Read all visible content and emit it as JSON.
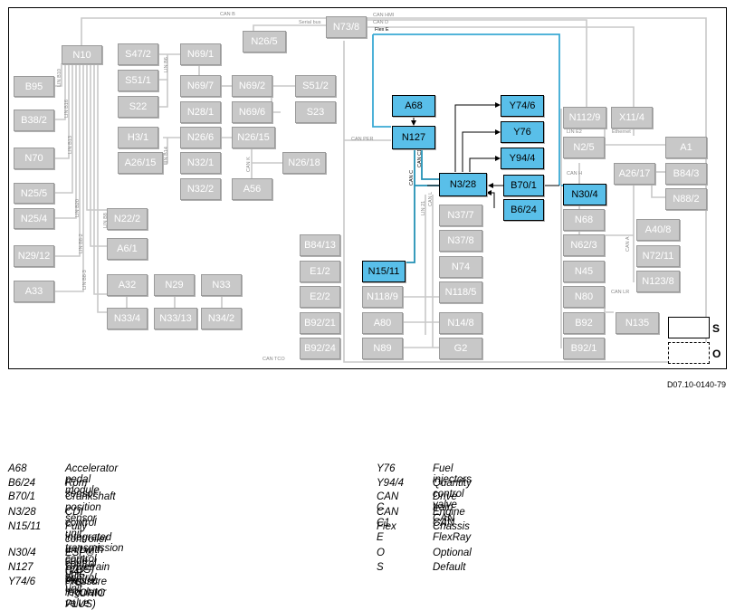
{
  "diagram": {
    "doc_id": "D07.10-0140-79",
    "components": {
      "N10": "N10",
      "B95": "B95",
      "B38_2": "B38/2",
      "N70": "N70",
      "N25_5": "N25/5",
      "N25_4": "N25/4",
      "N29_12": "N29/12",
      "A33": "A33",
      "S47_2": "S47/2",
      "S51_1": "S51/1",
      "S22": "S22",
      "N69_1": "N69/1",
      "N69_7": "N69/7",
      "N28_1": "N28/1",
      "N69_2": "N69/2",
      "N69_6": "N69/6",
      "S51_2": "S51/2",
      "S23": "S23",
      "N26_5": "N26/5",
      "N73_8": "N73/8",
      "H3_1": "H3/1",
      "A26_15": "A26/15",
      "N26_6": "N26/6",
      "N32_1": "N32/1",
      "N32_2": "N32/2",
      "N26_15": "N26/15",
      "N26_18": "N26/18",
      "A56": "A56",
      "N22_2": "N22/2",
      "A6_1": "A6/1",
      "A32": "A32",
      "N29": "N29",
      "N33": "N33",
      "N33_4": "N33/4",
      "N33_13": "N33/13",
      "N34_2": "N34/2",
      "B84_13": "B84/13",
      "E1_2": "E1/2",
      "E2_2": "E2/2",
      "B92_21": "B92/21",
      "B92_24": "B92/24",
      "N118_9": "N118/9",
      "A80": "A80",
      "N89": "N89",
      "N37_7": "N37/7",
      "N37_8": "N37/8",
      "N74": "N74",
      "N118_5": "N118/5",
      "N14_8": "N14/8",
      "G2": "G2",
      "N112_9": "N112/9",
      "X11_4": "X11/4",
      "N2_5": "N2/5",
      "A1": "A1",
      "A26_17": "A26/17",
      "B84_3": "B84/3",
      "N88_2": "N88/2",
      "N68": "N68",
      "N62_3": "N62/3",
      "N45": "N45",
      "N80": "N80",
      "B92": "B92",
      "B92_1": "B92/1",
      "A40_8": "A40/8",
      "N72_11": "N72/11",
      "N123_8": "N123/8",
      "N135": "N135",
      "A68": "A68",
      "N127": "N127",
      "N3_28": "N3/28",
      "Y74_6": "Y74/6",
      "Y76": "Y76",
      "Y94_4": "Y94/4",
      "B70_1": "B70/1",
      "B6_24": "B6/24",
      "N30_4": "N30/4",
      "N15_11": "N15/11"
    },
    "wire_labels": {
      "can_b": "CAN B",
      "serial_bus": "Serial bus",
      "can_hmi": "CAN HMI",
      "can_d": "CAN D",
      "flex_e": "Flex E",
      "can_per": "CAN PER",
      "can_c": "CAN C",
      "can_c1": "CAN C1",
      "can_k": "CAN K",
      "lin_e2": "LIN E2",
      "ethernet": "Ethernet",
      "can_h": "CAN H",
      "can_a": "CAN A",
      "can_lr": "CAN LR",
      "can_tco": "CAN TCO",
      "lin_b10": "LIN B10",
      "lin_b16": "LIN B16",
      "lin_b13": "LIN B13",
      "lin_b20": "LIN B20",
      "lin_b8_2": "LIN B8-2",
      "lin_b8_3": "LIN B8-3",
      "lin_b8": "LIN B8",
      "lin_b14": "LIN B14",
      "lin_b6": "LIN B6",
      "lin_21": "LIN 21",
      "can_l": "CAN L"
    },
    "key_labels": {
      "s": "S",
      "o": "O"
    },
    "highlight_color": "#59bfe9",
    "inactive_color": "#c8c8c8"
  },
  "legend": {
    "left": [
      {
        "code": "A68",
        "desc": "Accelerator pedal module"
      },
      {
        "code": "B6/24",
        "desc": "Rpm sensor"
      },
      {
        "code": "B70/1",
        "desc": "Crankshaft position sensor"
      },
      {
        "code": "N3/28",
        "desc": "CDI control unit"
      },
      {
        "code": "N15/11",
        "desc": "Fully integrated transmission control (VGS) electric",
        "desc2": "controller unit with code G42 (7G-TRONIC PLUS)"
      },
      {
        "code": "N30/4",
        "desc": "ESP® control unit"
      },
      {
        "code": "N127",
        "desc": "Drivetrain control unit"
      },
      {
        "code": "Y74/6",
        "desc": "Pressure regulator valve"
      }
    ],
    "right": [
      {
        "code": "Y76",
        "desc": "Fuel injectors"
      },
      {
        "code": "Y94/4",
        "desc": "Quantity control valve"
      },
      {
        "code": "CAN C",
        "desc": "Drive train CAN"
      },
      {
        "code": "CAN C1",
        "desc": "Engine CAN"
      },
      {
        "code": "Flex E",
        "desc": "Chassis FlexRay"
      },
      {
        "code": "O",
        "desc": "Optional"
      },
      {
        "code": "S",
        "desc": "Default"
      }
    ]
  }
}
